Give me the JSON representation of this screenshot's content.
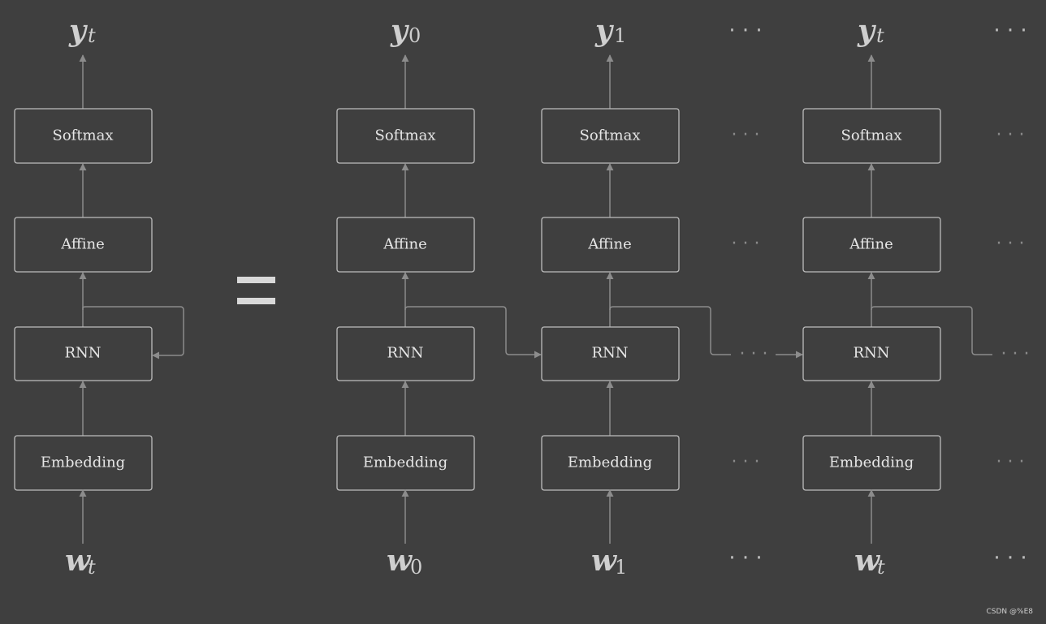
{
  "left_column": {
    "output": {
      "main": "y",
      "sub": "t"
    },
    "input": {
      "main": "w",
      "sub": "t"
    },
    "layers": [
      "Softmax",
      "Affine",
      "RNN",
      "Embedding"
    ]
  },
  "equals_sign": "=",
  "unrolled_columns": [
    {
      "output": {
        "main": "y",
        "sub": "0"
      },
      "input": {
        "main": "w",
        "sub": "0"
      },
      "layers": [
        "Softmax",
        "Affine",
        "RNN",
        "Embedding"
      ]
    },
    {
      "output": {
        "main": "y",
        "sub": "1"
      },
      "input": {
        "main": "w",
        "sub": "1"
      },
      "layers": [
        "Softmax",
        "Affine",
        "RNN",
        "Embedding"
      ]
    },
    {
      "output": {
        "main": "y",
        "sub": "t"
      },
      "input": {
        "main": "w",
        "sub": "t"
      },
      "layers": [
        "Softmax",
        "Affine",
        "RNN",
        "Embedding"
      ]
    }
  ],
  "ellipsis": "· · ·",
  "watermark": "CSDN @%E8",
  "colors": {
    "background": "#3f3f3f",
    "box_stroke": "#bdbdbd",
    "arrow": "#8c8c8c",
    "text": "#e6e6e6"
  }
}
